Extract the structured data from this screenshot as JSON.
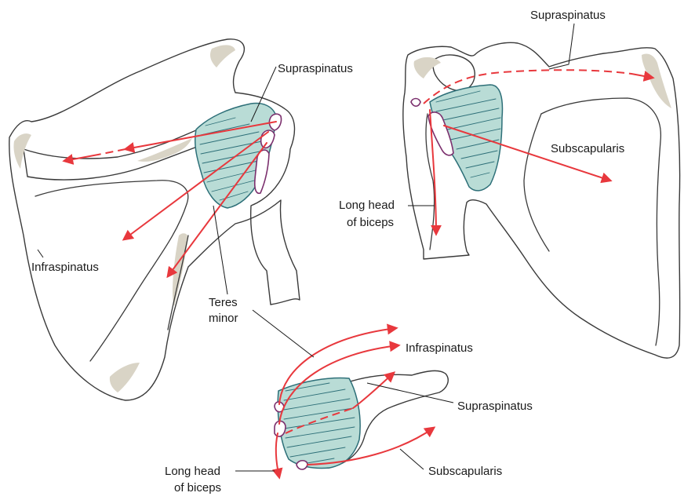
{
  "colors": {
    "cuff_fill": "#b9dcd6",
    "cuff_stroke": "#2d6f78",
    "arrow": "#e8383d",
    "bone_shade": "#d9d4c6",
    "tendon_stroke": "#7b2f6d"
  },
  "posterior_view": {
    "label_supraspinatus": "Supraspinatus",
    "label_infraspinatus": "Infraspinatus",
    "label_teres_minor_line1": "Teres",
    "label_teres_minor_line2": "minor"
  },
  "anterior_view": {
    "label_supraspinatus": "Supraspinatus",
    "label_subscapularis": "Subscapularis",
    "label_biceps_line1": "Long head",
    "label_biceps_line2": "of biceps"
  },
  "superior_view": {
    "label_infraspinatus": "Infraspinatus",
    "label_supraspinatus": "Supraspinatus",
    "label_subscapularis": "Subscapularis",
    "label_biceps_line1": "Long head",
    "label_biceps_line2": "of biceps"
  }
}
